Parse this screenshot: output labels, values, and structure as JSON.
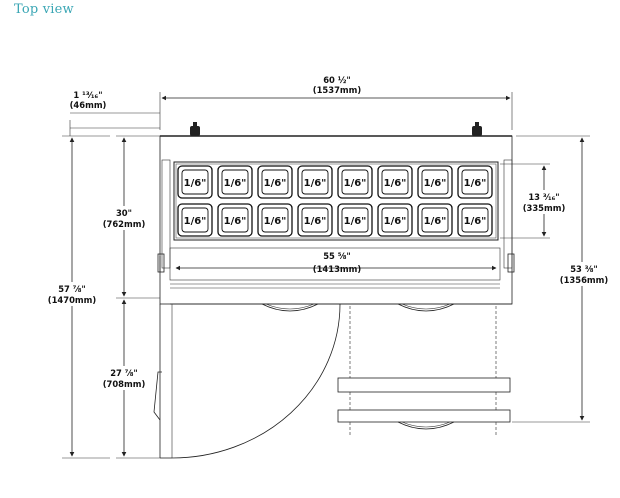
{
  "page": {
    "title": "Top view"
  },
  "diagram": {
    "view": "top",
    "pan_label": "1/6\"",
    "pan_layout": {
      "rows": 2,
      "columns": 8
    },
    "dimensions": {
      "overall_width": {
        "imperial": "60 ½\"",
        "metric": "(1537mm)"
      },
      "cord_offset": {
        "imperial": "1 ¹³⁄₁₆\"",
        "metric": "(46mm)"
      },
      "rail_width": {
        "imperial": "55 ⅝\"",
        "metric": "(1413mm)"
      },
      "rail_depth": {
        "imperial": "13 ³⁄₁₆\"",
        "metric": "(335mm)"
      },
      "cabinet_depth": {
        "imperial": "30\"",
        "metric": "(762mm)"
      },
      "door_swing": {
        "imperial": "27 ⅞\"",
        "metric": "(708mm)"
      },
      "overall_depth": {
        "imperial": "57 ⅞\"",
        "metric": "(1470mm)"
      },
      "drawer_depth": {
        "imperial": "53 ⅜\"",
        "metric": "(1356mm)"
      }
    }
  }
}
